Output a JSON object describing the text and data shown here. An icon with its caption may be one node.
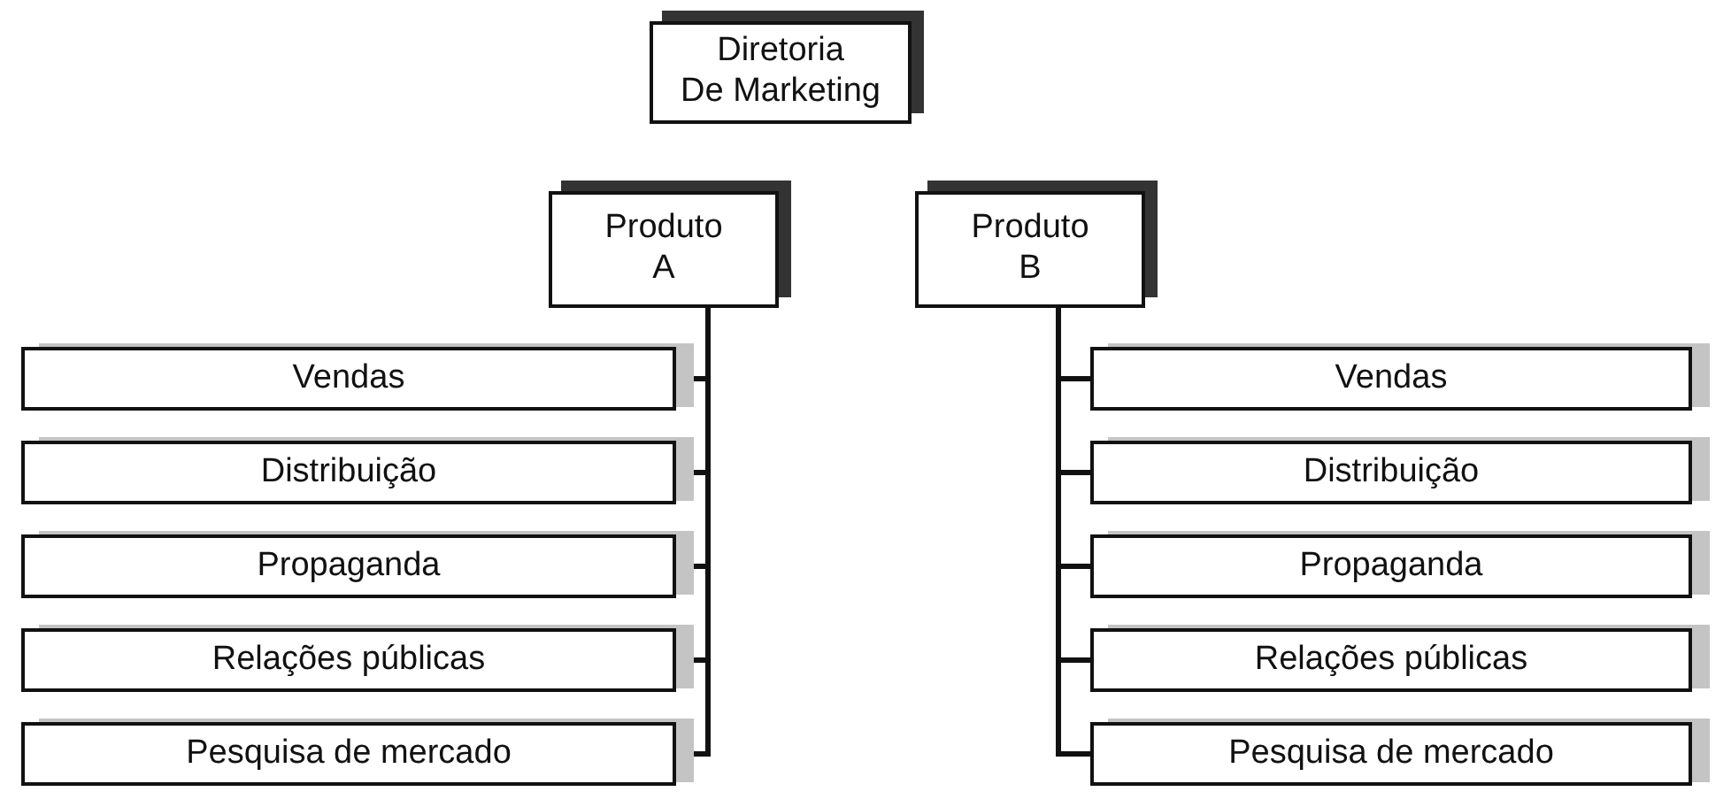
{
  "diagram": {
    "nodes": [
      {
        "text": [
          "Diretoria De Marketing"
        ]
      },
      {
        "text": [
          "Produto A"
        ]
      },
      {
        "text": [
          "Produto B"
        ]
      },
      {
        "text": [
          "Vendas"
        ]
      },
      {
        "text": [
          "Distribuição"
        ]
      },
      {
        "text": [
          "Propaganda"
        ]
      },
      {
        "text": [
          "Relações públicas"
        ]
      },
      {
        "text": [
          "Pesquisa de mercado"
        ]
      },
      {
        "text": [
          "Vendas"
        ]
      },
      {
        "text": [
          "Distribuição"
        ]
      },
      {
        "text": [
          "Propaganda"
        ]
      },
      {
        "text": [
          "Relações públicas"
        ]
      },
      {
        "text": [
          "Pesquisa de mercado"
        ]
      }
    ],
    "edges": [
      {
        "from": 1,
        "to": 3,
        "arrow": "none"
      },
      {
        "from": 1,
        "to": 4,
        "arrow": "none"
      },
      {
        "from": 1,
        "to": 5,
        "arrow": "none"
      },
      {
        "from": 1,
        "to": 6,
        "arrow": "none"
      },
      {
        "from": 1,
        "to": 7,
        "arrow": "none"
      },
      {
        "from": 2,
        "to": 8,
        "arrow": "none"
      },
      {
        "from": 2,
        "to": 9,
        "arrow": "none"
      },
      {
        "from": 2,
        "to": 10,
        "arrow": "none"
      },
      {
        "from": 2,
        "to": 11,
        "arrow": "none"
      },
      {
        "from": 2,
        "to": 12,
        "arrow": "none"
      }
    ]
  }
}
